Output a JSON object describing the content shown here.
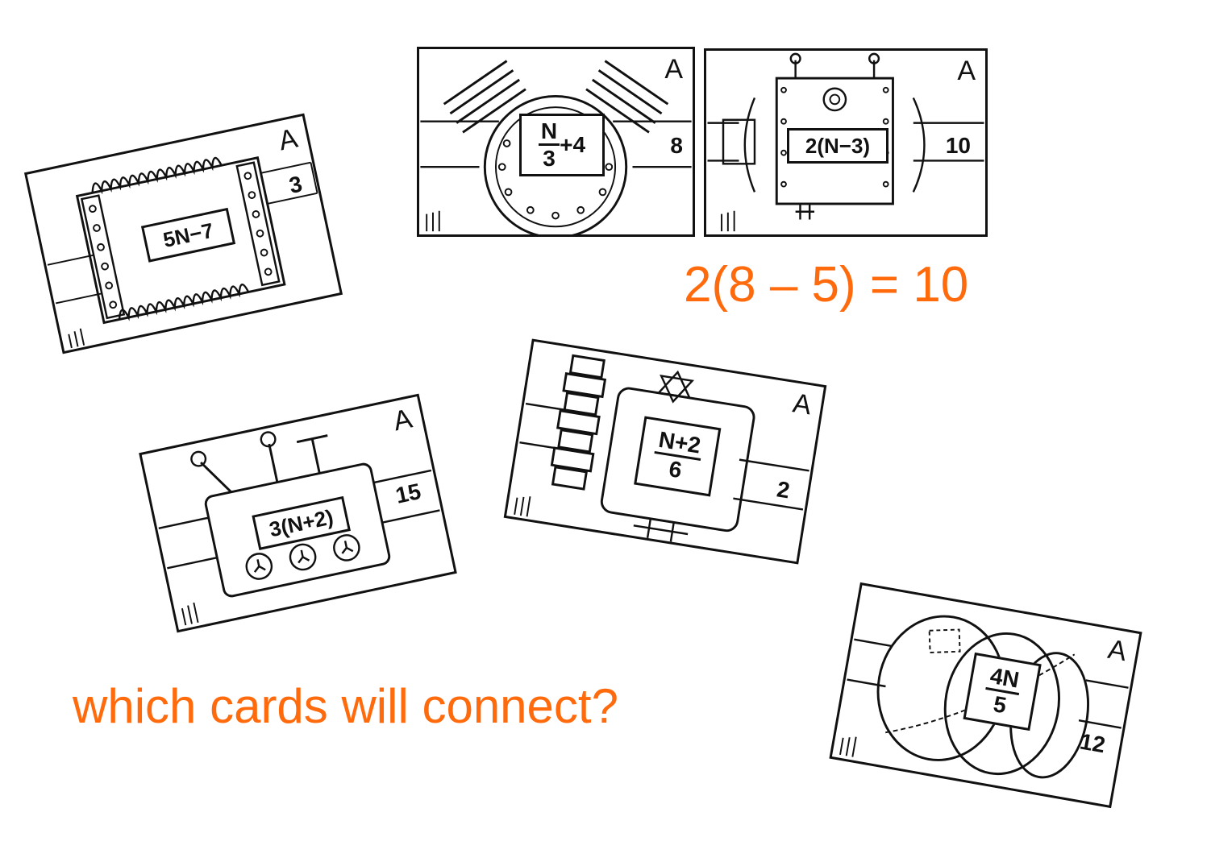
{
  "cards": [
    {
      "id": "card-5n-7",
      "letter": "A",
      "expression": "5N−7",
      "number": "3"
    },
    {
      "id": "card-n3-plus-4",
      "letter": "A",
      "numerator": "N",
      "denominator": "3",
      "suffix": "+4",
      "number": "8"
    },
    {
      "id": "card-2n-3",
      "letter": "A",
      "expression": "2(N−3)",
      "number": "10"
    },
    {
      "id": "card-3n-2",
      "letter": "A",
      "expression": "3(N+2)",
      "number": "15"
    },
    {
      "id": "card-n2-over-6",
      "letter": "A",
      "numerator": "N+2",
      "denominator": "6",
      "number": "2"
    },
    {
      "id": "card-4n-over-5",
      "letter": "A",
      "numerator": "4N",
      "denominator": "5",
      "number": "12"
    }
  ],
  "equation": "2(8 – 5) = 10",
  "question": "which cards will connect?",
  "accent_color": "#ff6a0d"
}
